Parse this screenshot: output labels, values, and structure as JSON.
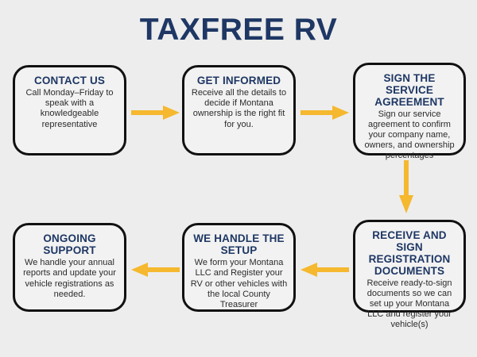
{
  "page": {
    "title": "TAXFREE RV",
    "background_color": "#ededed",
    "accent_navy": "#1e3764",
    "accent_gold": "#f5b82e",
    "box_border_color": "#111111",
    "box_fill_color": "#f2f2f2"
  },
  "flow": {
    "steps": [
      {
        "id": "contact-us",
        "heading": "CONTACT US",
        "body": "Call Monday–Friday to speak with a knowledgeable representative"
      },
      {
        "id": "get-informed",
        "heading": "GET INFORMED",
        "body": "Receive all the details to decide if Montana ownership is the right fit for you."
      },
      {
        "id": "sign-agreement",
        "heading": "SIGN THE SERVICE AGREEMENT",
        "body": "Sign our service agreement to confirm your company name, owners, and ownership percentages"
      },
      {
        "id": "receive-sign",
        "heading": "RECEIVE AND SIGN REGISTRATION DOCUMENTS",
        "body": "Receive ready-to-sign documents so we can set up your Montana LLC and register your vehicle(s)"
      },
      {
        "id": "we-handle-setup",
        "heading": "WE HANDLE THE SETUP",
        "body": "We form your Montana LLC and Register your RV or other vehicles with the local County Treasurer"
      },
      {
        "id": "ongoing-support",
        "heading": "ONGOING SUPPORT",
        "body": "We handle your annual reports and update your vehicle registrations as needed."
      }
    ],
    "connectors": [
      {
        "id": "contact-to-informed",
        "direction": "right",
        "from": "contact-us",
        "to": "get-informed"
      },
      {
        "id": "informed-to-sign",
        "direction": "right",
        "from": "get-informed",
        "to": "sign-agreement"
      },
      {
        "id": "sign-to-receive",
        "direction": "down",
        "from": "sign-agreement",
        "to": "receive-sign"
      },
      {
        "id": "receive-to-setup",
        "direction": "left",
        "from": "receive-sign",
        "to": "we-handle-setup"
      },
      {
        "id": "setup-to-support",
        "direction": "left",
        "from": "we-handle-setup",
        "to": "ongoing-support"
      }
    ]
  }
}
